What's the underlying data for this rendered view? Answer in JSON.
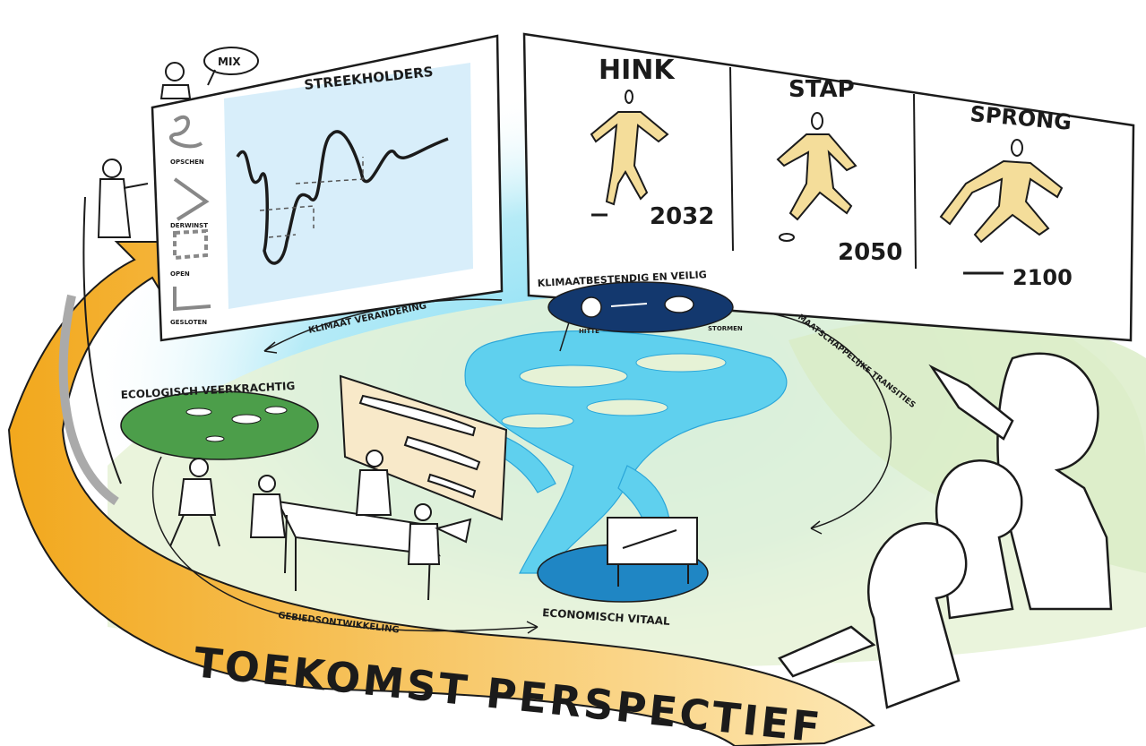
{
  "colors": {
    "water": "#5fd0ee",
    "water_deep": "#2aa6d9",
    "land": "#e6f2d6",
    "eco_green": "#4c9e4a",
    "climate_navy": "#13386e",
    "economic_blue": "#1f86c4",
    "arrow_orange": "#f2a81d",
    "figure_yellow": "#f4dd9a",
    "board_blue": "#d8eefa",
    "board_beige": "#f8e9c9"
  },
  "left_board": {
    "title": "STREEKHOLDERS",
    "bubble": "MIX",
    "legend": [
      "OPSCHEN",
      "DERWINST",
      "OPEN",
      "GESLOTEN"
    ]
  },
  "timeline": [
    {
      "label": "HINK",
      "year": "2032"
    },
    {
      "label": "STAP",
      "year": "2050"
    },
    {
      "label": "SPRONG",
      "year": "2100"
    }
  ],
  "themes": {
    "climate": "KLIMAATBESTENDIG EN VEILIG",
    "climate_sub": [
      "HITTE",
      "STORMEN"
    ],
    "ecological": "ECOLOGISCH VEERKRACHTIG",
    "economic": "ECONOMISCH VITAAL"
  },
  "arrows": {
    "left": "KLIMAAT VERANDERING",
    "right": "MAATSCHAPPELIJKE TRANSITIES",
    "bottom": "GEBIEDSONTWIKKELING"
  },
  "banner": "TOEKOMST PERSPECTIEF"
}
